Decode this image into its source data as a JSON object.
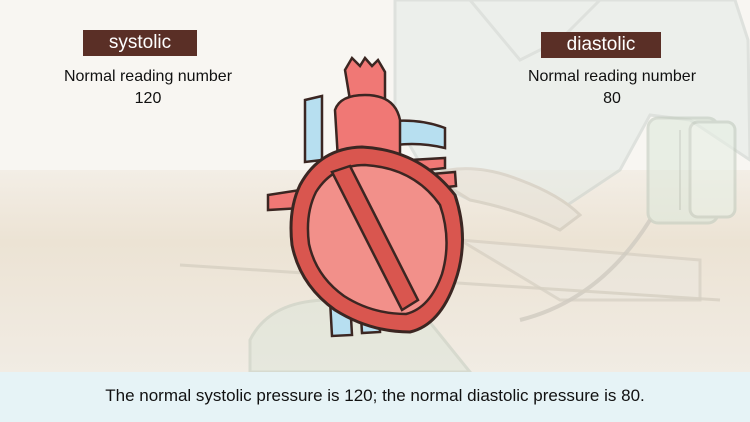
{
  "systolic": {
    "tag": "systolic",
    "reading_label": "Normal reading number",
    "reading_value": "120"
  },
  "diastolic": {
    "tag": "diastolic",
    "reading_label": "Normal reading number",
    "reading_value": "80"
  },
  "caption": "The normal systolic pressure is 120; the normal diastolic pressure is 80.",
  "colors": {
    "tag_bg": "#5a2f26",
    "heart_outer": "#d9564f",
    "heart_inner": "#f2908a",
    "vessel_pink": "#f07875",
    "vessel_blue": "#b7dff0",
    "caption_bg": "#e6f3f6",
    "table": "#ece4d6"
  },
  "icons": {
    "heart": "heart-illustration",
    "person": "person-illustration",
    "cuff": "blood-pressure-cuff-illustration"
  }
}
